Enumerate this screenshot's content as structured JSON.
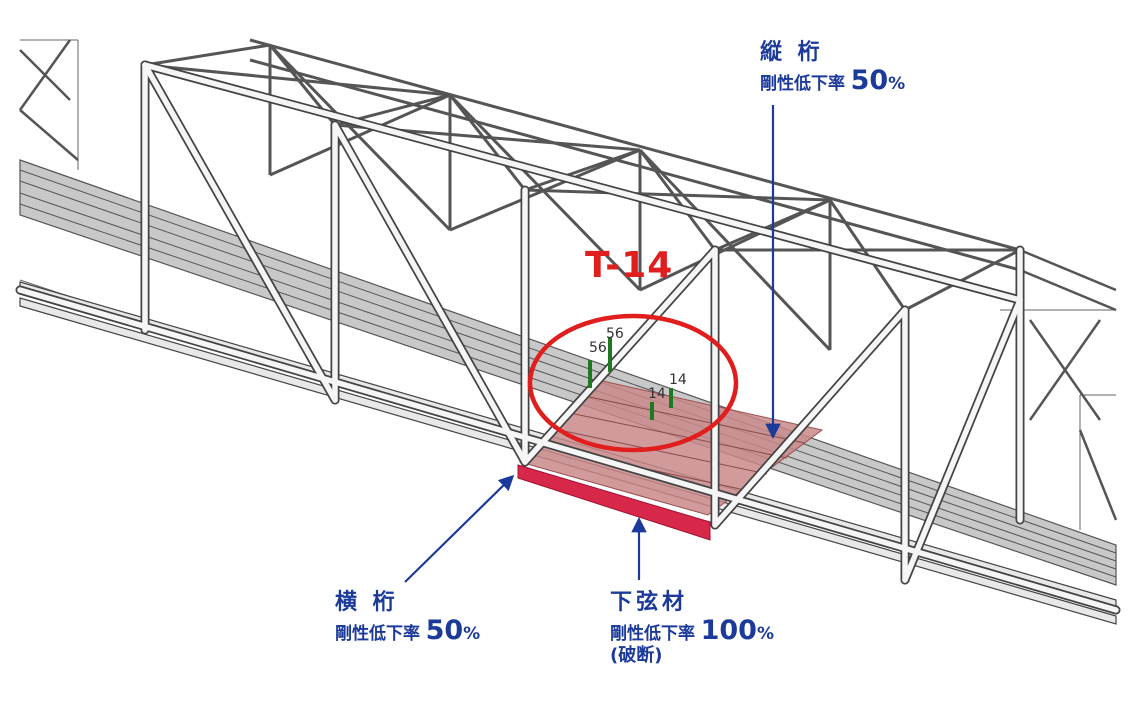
{
  "colors": {
    "label_blue": "#1b3a9a",
    "highlight_red": "#e01e1e",
    "damaged_panel": "#c98a8a",
    "broken_member": "#d8284a",
    "deck_gray": "#c8c8c8",
    "member_green": "#1f7a1f"
  },
  "tag": "T-14",
  "member_numbers": [
    "56",
    "56",
    "14",
    "14"
  ],
  "labels": {
    "stringer": {
      "title": "縦 桁",
      "rate_label": "剛性低下率",
      "rate_value": "50",
      "unit": "%"
    },
    "floor_beam": {
      "title": "横 桁",
      "rate_label": "剛性低下率",
      "rate_value": "50",
      "unit": "%"
    },
    "lower_chord": {
      "title": "下弦材",
      "rate_label": "剛性低下率",
      "rate_value": "100",
      "unit": "%",
      "note": "(破断)"
    }
  }
}
